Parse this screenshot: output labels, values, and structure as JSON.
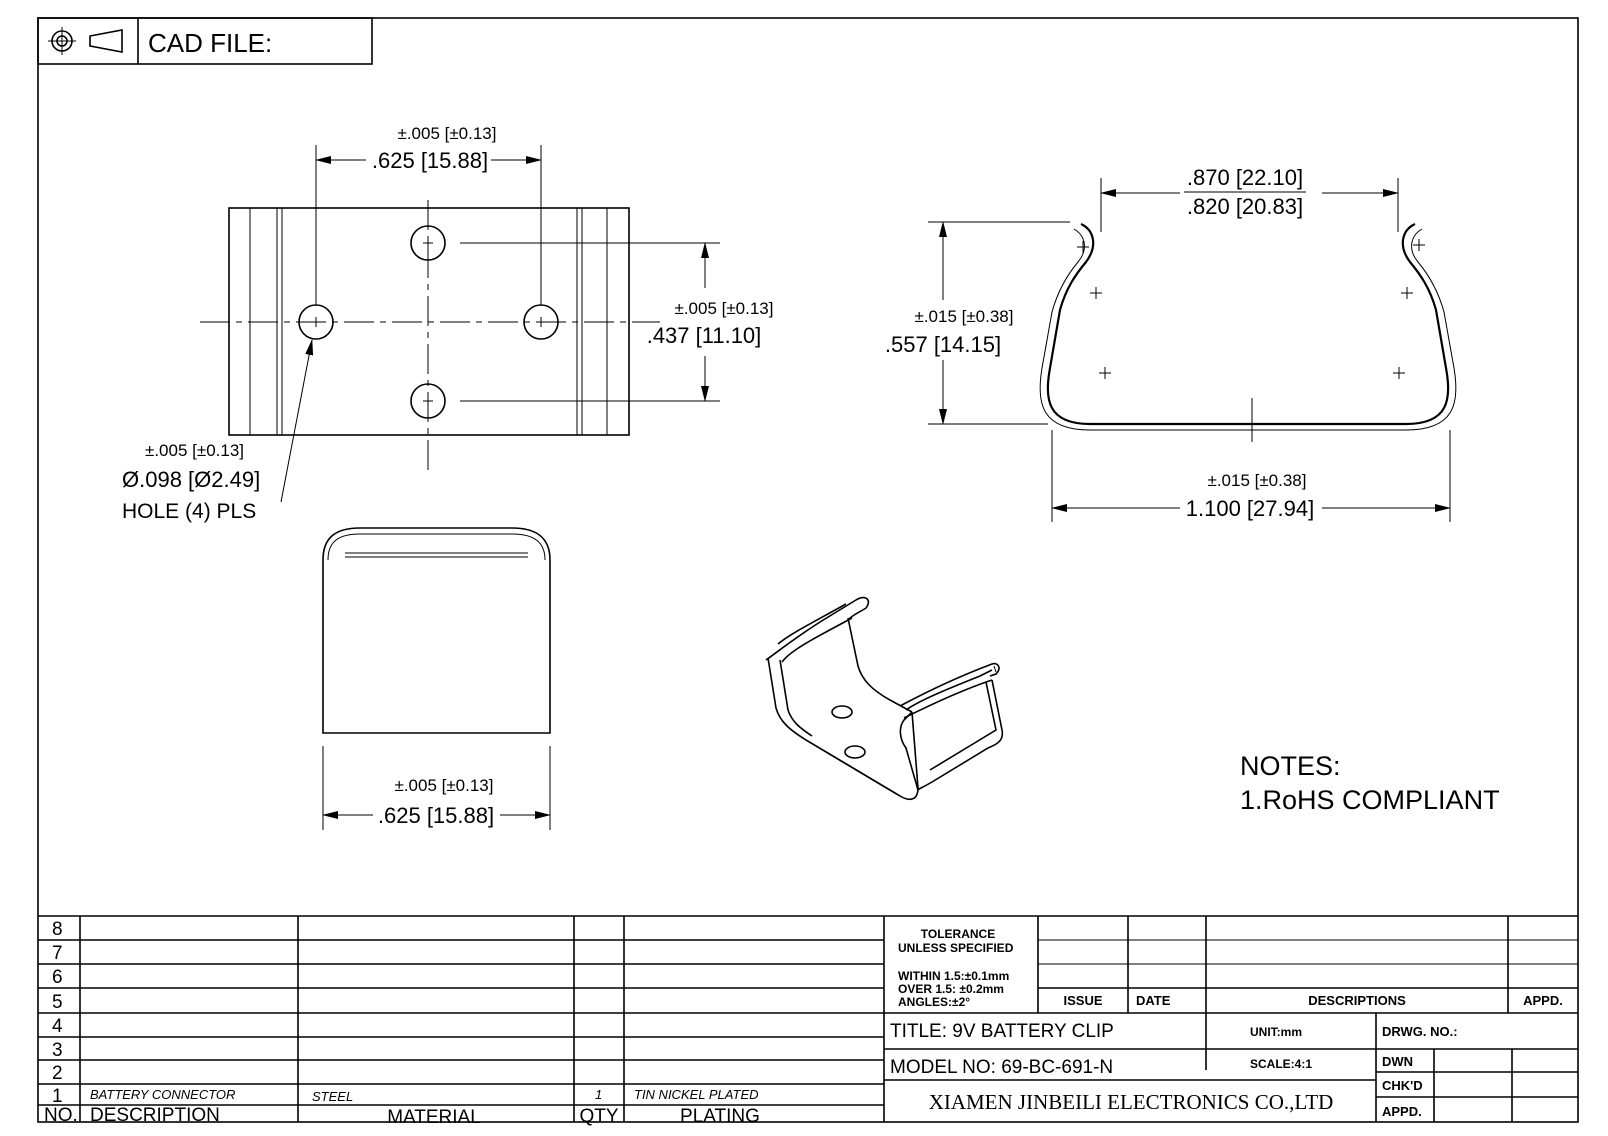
{
  "header": {
    "cad_label": "CAD FILE:",
    "projection_icon": "first-angle-projection-icon"
  },
  "views": {
    "top": {
      "hole_spacing_tol": "±.005 [±0.13]",
      "hole_spacing": ".625 [15.88]",
      "row_spacing_tol": "±.005 [±0.13]",
      "row_spacing": ".437 [11.10]",
      "hole_tol": "±.005 [±0.13]",
      "hole_dia": "Ø.098 [Ø2.49]",
      "hole_count": "HOLE (4) PLS"
    },
    "end": {
      "top_width_max": ".870 [22.10]",
      "top_width_min": ".820 [20.83]",
      "height_tol": "±.015 [±0.38]",
      "height": ".557 [14.15]",
      "width_tol": "±.015 [±0.38]",
      "width": "1.100 [27.94]"
    },
    "side": {
      "width_tol": "±.005 [±0.13]",
      "width": ".625 [15.88]"
    }
  },
  "notes": {
    "heading": "NOTES:",
    "items": [
      "1.RoHS COMPLIANT"
    ]
  },
  "bom": {
    "row_numbers": [
      "8",
      "7",
      "6",
      "5",
      "4",
      "3",
      "2",
      "1"
    ],
    "row1": {
      "description": "BATTERY CONNECTOR",
      "material": "STEEL",
      "qty": "1",
      "plating": "TIN NICKEL PLATED"
    },
    "headers": {
      "no": "NO.",
      "description": "DESCRIPTION",
      "material": "MATERIAL",
      "qty": "QTY",
      "plating": "PLATING"
    }
  },
  "title_block": {
    "tolerance_line1": "TOLERANCE",
    "tolerance_line2": "UNLESS SPECIFIED",
    "tol_within": "WITHIN 1.5:±0.1mm",
    "tol_over": "OVER 1.5:  ±0.2mm",
    "tol_angles": "ANGLES:±2°",
    "issue": "ISSUE",
    "date": "DATE",
    "descriptions": "DESCRIPTIONS",
    "appd": "APPD.",
    "title": "TITLE: 9V BATTERY CLIP",
    "unit": "UNIT:mm",
    "drwg_no": "DRWG. NO.:",
    "model_no": "MODEL  NO: 69-BC-691-N",
    "scale": "SCALE:4:1",
    "dwn": "DWN",
    "chkd": "CHK'D",
    "appd2": "APPD.",
    "company": "XIAMEN JINBEILI ELECTRONICS CO.,LTD"
  }
}
